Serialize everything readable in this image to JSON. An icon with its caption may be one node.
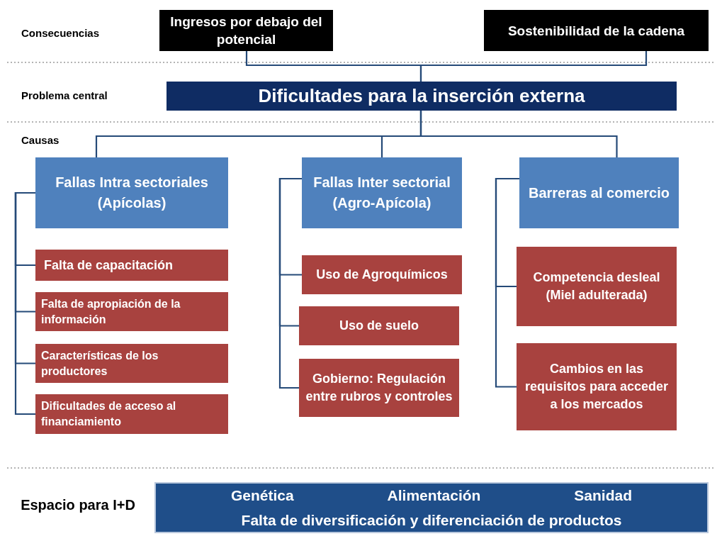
{
  "diagram": {
    "nodes": [
      {
        "text": [
          "Ingresos por debajo del potencial"
        ]
      },
      {
        "text": [
          "Sostenibilidad de la cadena"
        ]
      },
      {
        "text": [
          "Dificultades para la inserción externa"
        ]
      },
      {
        "text": [
          "Fallas Intra sectoriales (Apícolas)"
        ]
      },
      {
        "text": [
          "Fallas Inter sectorial (Agro-Apícola)"
        ]
      },
      {
        "text": [
          "Barreras al comercio"
        ]
      },
      {
        "text": [
          "Falta de capacitación"
        ]
      },
      {
        "text": [
          "Falta de apropiación de la información"
        ]
      },
      {
        "text": [
          "Características de los productores"
        ]
      },
      {
        "text": [
          "Dificultades de acceso al financiamiento"
        ]
      },
      {
        "text": [
          "Uso de Agroquímicos"
        ]
      },
      {
        "text": [
          "Uso de suelo"
        ]
      },
      {
        "text": [
          "Gobierno: Regulación entre rubros y controles"
        ]
      },
      {
        "text": [
          "Competencia desleal (Miel adulterada)"
        ]
      },
      {
        "text": [
          "Cambios en las requisitos para acceder a los mercados"
        ]
      },
      {
        "text": [
          "Genética",
          "Alimentación",
          "Sanidad",
          "Falta de diversificación y diferenciación de productos"
        ]
      }
    ],
    "edges": [
      {
        "from": 0,
        "to": 2,
        "arrow": "none"
      },
      {
        "from": 1,
        "to": 2,
        "arrow": "none"
      },
      {
        "from": 2,
        "to": 3,
        "arrow": "none"
      },
      {
        "from": 2,
        "to": 4,
        "arrow": "none"
      },
      {
        "from": 2,
        "to": 5,
        "arrow": "none"
      },
      {
        "from": 3,
        "to": 6,
        "arrow": "none"
      },
      {
        "from": 3,
        "to": 7,
        "arrow": "none"
      },
      {
        "from": 3,
        "to": 8,
        "arrow": "none"
      },
      {
        "from": 3,
        "to": 9,
        "arrow": "none"
      },
      {
        "from": 4,
        "to": 10,
        "arrow": "none"
      },
      {
        "from": 4,
        "to": 11,
        "arrow": "none"
      },
      {
        "from": 4,
        "to": 12,
        "arrow": "none"
      },
      {
        "from": 5,
        "to": 13,
        "arrow": "none"
      },
      {
        "from": 5,
        "to": 14,
        "arrow": "none"
      }
    ],
    "labels": [
      "Consecuencias",
      "Problema central",
      "Causas",
      "Espacio para I+D"
    ]
  }
}
